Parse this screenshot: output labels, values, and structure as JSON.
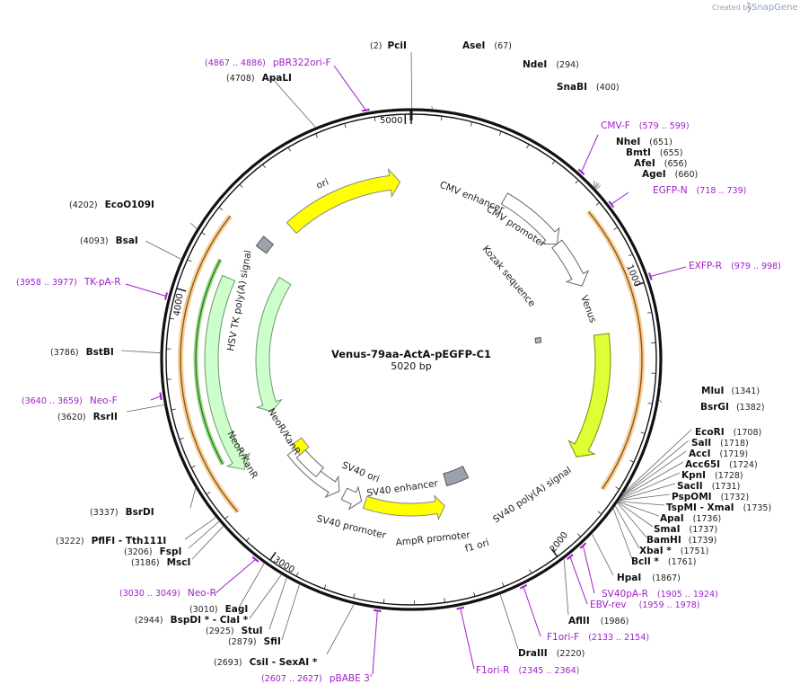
{
  "credit": {
    "prefix": "Created by",
    "brand": "SnapGene"
  },
  "plasmid": {
    "name": "Venus-79aa-ActA-pEGFP-C1",
    "length": "5020 bp",
    "total_bp": 5020
  },
  "ticks": [
    "1000",
    "2000",
    "3000",
    "4000",
    "5000"
  ],
  "features": [
    {
      "name": "CMV enhancer",
      "start": 420,
      "end": 720
    },
    {
      "name": "CMV promoter",
      "start": 720,
      "end": 930
    },
    {
      "name": "Kozak sequence",
      "start": 1120,
      "end": 1150
    },
    {
      "name": "Venus",
      "start": 1250,
      "end": 1680
    },
    {
      "name": "SV40 poly(A) signal",
      "start": 2150,
      "end": 2290
    },
    {
      "name": "f1 ori",
      "start": 2330,
      "end": 2760
    },
    {
      "name": "AmpR promoter",
      "start": 2780,
      "end": 2880
    },
    {
      "name": "SV40 promoter",
      "start": 2910,
      "end": 3240
    },
    {
      "name": "SV40 enhancer",
      "start": 3055,
      "end": 3200
    },
    {
      "name": "SV40 ori",
      "start": 3200,
      "end": 3270
    },
    {
      "name": "NeoR/KanR",
      "start": 3300,
      "end": 4100
    },
    {
      "name": "HSV TK poly(A) signal",
      "start": 4270,
      "end": 4320
    },
    {
      "name": "ori",
      "start": 4430,
      "end": 4970
    }
  ],
  "sites": [
    {
      "name": "PciI",
      "pos": "(2)"
    },
    {
      "name": "AseI",
      "pos": "(67)"
    },
    {
      "name": "NdeI",
      "pos": "(294)"
    },
    {
      "name": "SnaBI",
      "pos": "(400)"
    },
    {
      "name": "NheI",
      "pos": "(651)"
    },
    {
      "name": "BmtI",
      "pos": "(655)"
    },
    {
      "name": "AfeI",
      "pos": "(656)"
    },
    {
      "name": "AgeI",
      "pos": "(660)"
    },
    {
      "name": "MluI",
      "pos": "(1341)"
    },
    {
      "name": "BsrGI",
      "pos": "(1382)"
    },
    {
      "name": "EcoRI",
      "pos": "(1708)"
    },
    {
      "name": "SalI",
      "pos": "(1718)"
    },
    {
      "name": "AccI",
      "pos": "(1719)"
    },
    {
      "name": "Acc65I",
      "pos": "(1724)"
    },
    {
      "name": "KpnI",
      "pos": "(1728)"
    },
    {
      "name": "SacII",
      "pos": "(1731)"
    },
    {
      "name": "PspOMI",
      "pos": "(1732)"
    },
    {
      "name": "TspMI - XmaI",
      "pos": "(1735)"
    },
    {
      "name": "ApaI",
      "pos": "(1736)"
    },
    {
      "name": "SmaI",
      "pos": "(1737)"
    },
    {
      "name": "BamHI",
      "pos": "(1739)"
    },
    {
      "name": "XbaI *",
      "pos": "(1751)"
    },
    {
      "name": "BclI *",
      "pos": "(1761)"
    },
    {
      "name": "HpaI",
      "pos": "(1867)"
    },
    {
      "name": "AflII",
      "pos": "(1986)"
    },
    {
      "name": "DraIII",
      "pos": "(2220)"
    },
    {
      "name": "CsiI - SexAI *",
      "pos": "(2693)"
    },
    {
      "name": "SfiI",
      "pos": "(2879)"
    },
    {
      "name": "StuI",
      "pos": "(2925)"
    },
    {
      "name": "BspDI * - ClaI *",
      "pos": "(2944)"
    },
    {
      "name": "EagI",
      "pos": "(3010)"
    },
    {
      "name": "MscI",
      "pos": "(3186)"
    },
    {
      "name": "FspI",
      "pos": "(3206)"
    },
    {
      "name": "PflFI - Tth111I",
      "pos": "(3222)"
    },
    {
      "name": "BsrDI",
      "pos": "(3337)"
    },
    {
      "name": "RsrII",
      "pos": "(3620)"
    },
    {
      "name": "BstBI",
      "pos": "(3786)"
    },
    {
      "name": "BsaI",
      "pos": "(4093)"
    },
    {
      "name": "EcoO109I",
      "pos": "(4202)"
    },
    {
      "name": "ApaLI",
      "pos": "(4708)"
    }
  ],
  "primers": [
    {
      "name": "pBR322ori-F",
      "pos": "(4867 .. 4886)"
    },
    {
      "name": "CMV-F",
      "pos": "(579 .. 599)"
    },
    {
      "name": "EGFP-N",
      "pos": "(718 .. 739)"
    },
    {
      "name": "EXFP-R",
      "pos": "(979 .. 998)"
    },
    {
      "name": "SV40pA-R",
      "pos": "(1905 .. 1924)"
    },
    {
      "name": "EBV-rev",
      "pos": "(1959 .. 1978)"
    },
    {
      "name": "F1ori-F",
      "pos": "(2133 .. 2154)"
    },
    {
      "name": "F1ori-R",
      "pos": "(2345 .. 2364)"
    },
    {
      "name": "pBABE 3'",
      "pos": "(2607 .. 2627)"
    },
    {
      "name": "Neo-R",
      "pos": "(3030 .. 3049)"
    },
    {
      "name": "Neo-F",
      "pos": "(3640 .. 3659)"
    },
    {
      "name": "TK-pA-R",
      "pos": "(3958 .. 3977)"
    }
  ],
  "colors": {
    "backbone": "#222222",
    "ori": "#ffff00",
    "venus": "#ddff33",
    "neo": "#ccffcc",
    "f1ori": "#ffff00",
    "sv40ori": "#ffff00",
    "polyA": "#9aa3ad",
    "primer": "#a020c8",
    "orf_band": "#f5b860"
  }
}
